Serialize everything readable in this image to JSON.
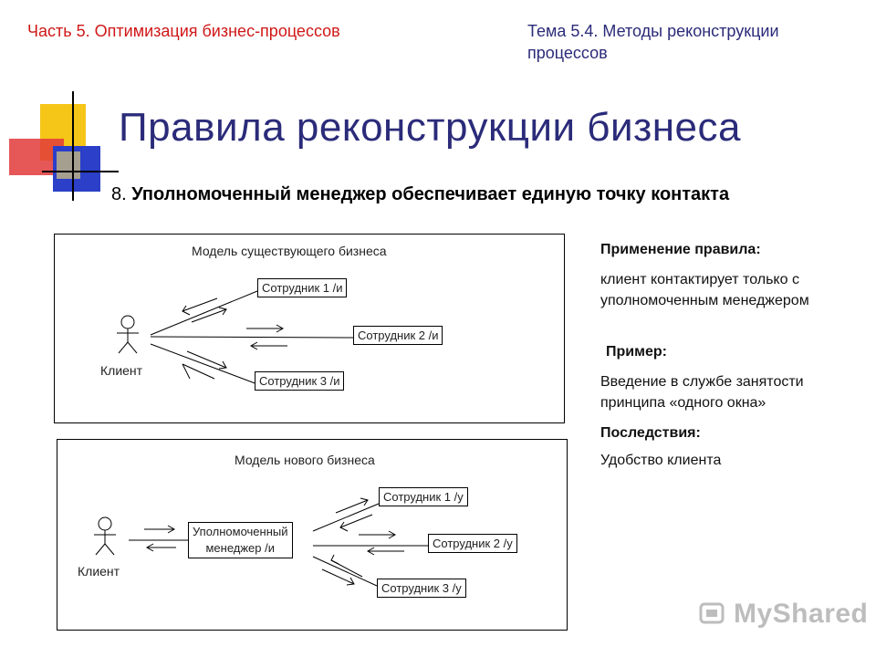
{
  "header": {
    "part": "Часть 5. Оптимизация бизнес-процессов",
    "topic": "Тема 5.4. Методы реконструкции процессов"
  },
  "title": "Правила реконструкции бизнеса",
  "rule": {
    "number": "8.",
    "text": "Уполномоченный менеджер обеспечивает единую точку контакта"
  },
  "existing_model": {
    "title": "Модель существующего бизнеса",
    "client": "Клиент",
    "employees": [
      "Сотрудник 1 /и",
      "Сотрудник 2 /и",
      "Сотрудник 3 /и"
    ]
  },
  "new_model": {
    "title": "Модель нового бизнеса",
    "client": "Клиент",
    "manager": [
      "Уполномоченный",
      "менеджер /и"
    ],
    "employees": [
      "Сотрудник 1 /у",
      "Сотрудник 2 /у",
      "Сотрудник 3 /у"
    ]
  },
  "side": {
    "application_heading": "Применение правила:",
    "application_text": "клиент контактирует только с уполномоченным менеджером",
    "example_heading": "Пример:",
    "example_text": "Введение в службе занятости принципа «одного окна»",
    "consequences_heading": "Последствия:",
    "consequences_text": "Удобство клиента"
  },
  "watermark": "MyShared",
  "colors": {
    "title": "#2b2b7a",
    "part": "#d01818",
    "deco_yellow": "#f5c518",
    "deco_red": "#e23a3a",
    "deco_blue": "#2b3fc8"
  }
}
